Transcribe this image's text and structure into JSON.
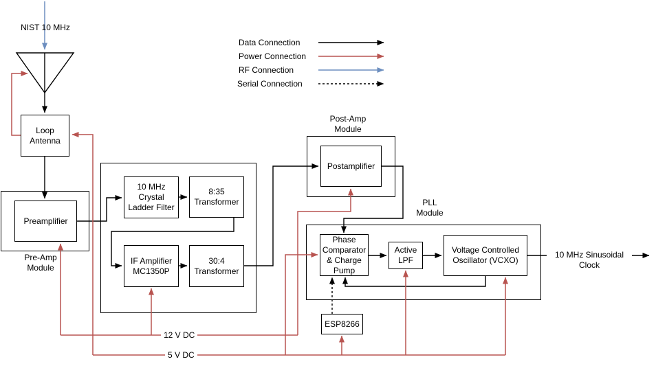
{
  "diagram": {
    "source_label": "NIST 10 MHz",
    "output_label": "10 MHz Sinusoidal Clock"
  },
  "legend": {
    "data_label": "Data Connection",
    "power_label": "Power Connection",
    "rf_label": "RF Connection",
    "serial_label": "Serial Connection"
  },
  "blocks": {
    "loop_antenna": "Loop\nAntenna",
    "preamplifier": "Preamplifier",
    "crystal_filter": "10 MHz\nCrystal\nLadder Filter",
    "transformer_8_35": "8:35\nTransformer",
    "if_amplifier": "IF Amplifier\nMC1350P",
    "transformer_30_4": "30:4\nTransformer",
    "postamplifier": "Postamplifier",
    "phase_comparator": "Phase\nComparator\n& Charge\nPump",
    "active_lpf": "Active\nLPF",
    "vcxo": "Voltage Controlled\nOscillator (VCXO)",
    "esp8266": "ESP8266"
  },
  "module_labels": {
    "pre_amp": "Pre-Amp\nModule",
    "post_amp": "Post-Amp\nModule",
    "pll": "PLL\nModule"
  },
  "power_rails": {
    "rail_12v": "12 V DC",
    "rail_5v": "5 V DC"
  },
  "colors": {
    "data_connection": "#000000",
    "power_connection": "#b85450",
    "rf_connection": "#6c8ebf",
    "box_border": "#000000",
    "text": "#000000",
    "background": "#ffffff"
  }
}
